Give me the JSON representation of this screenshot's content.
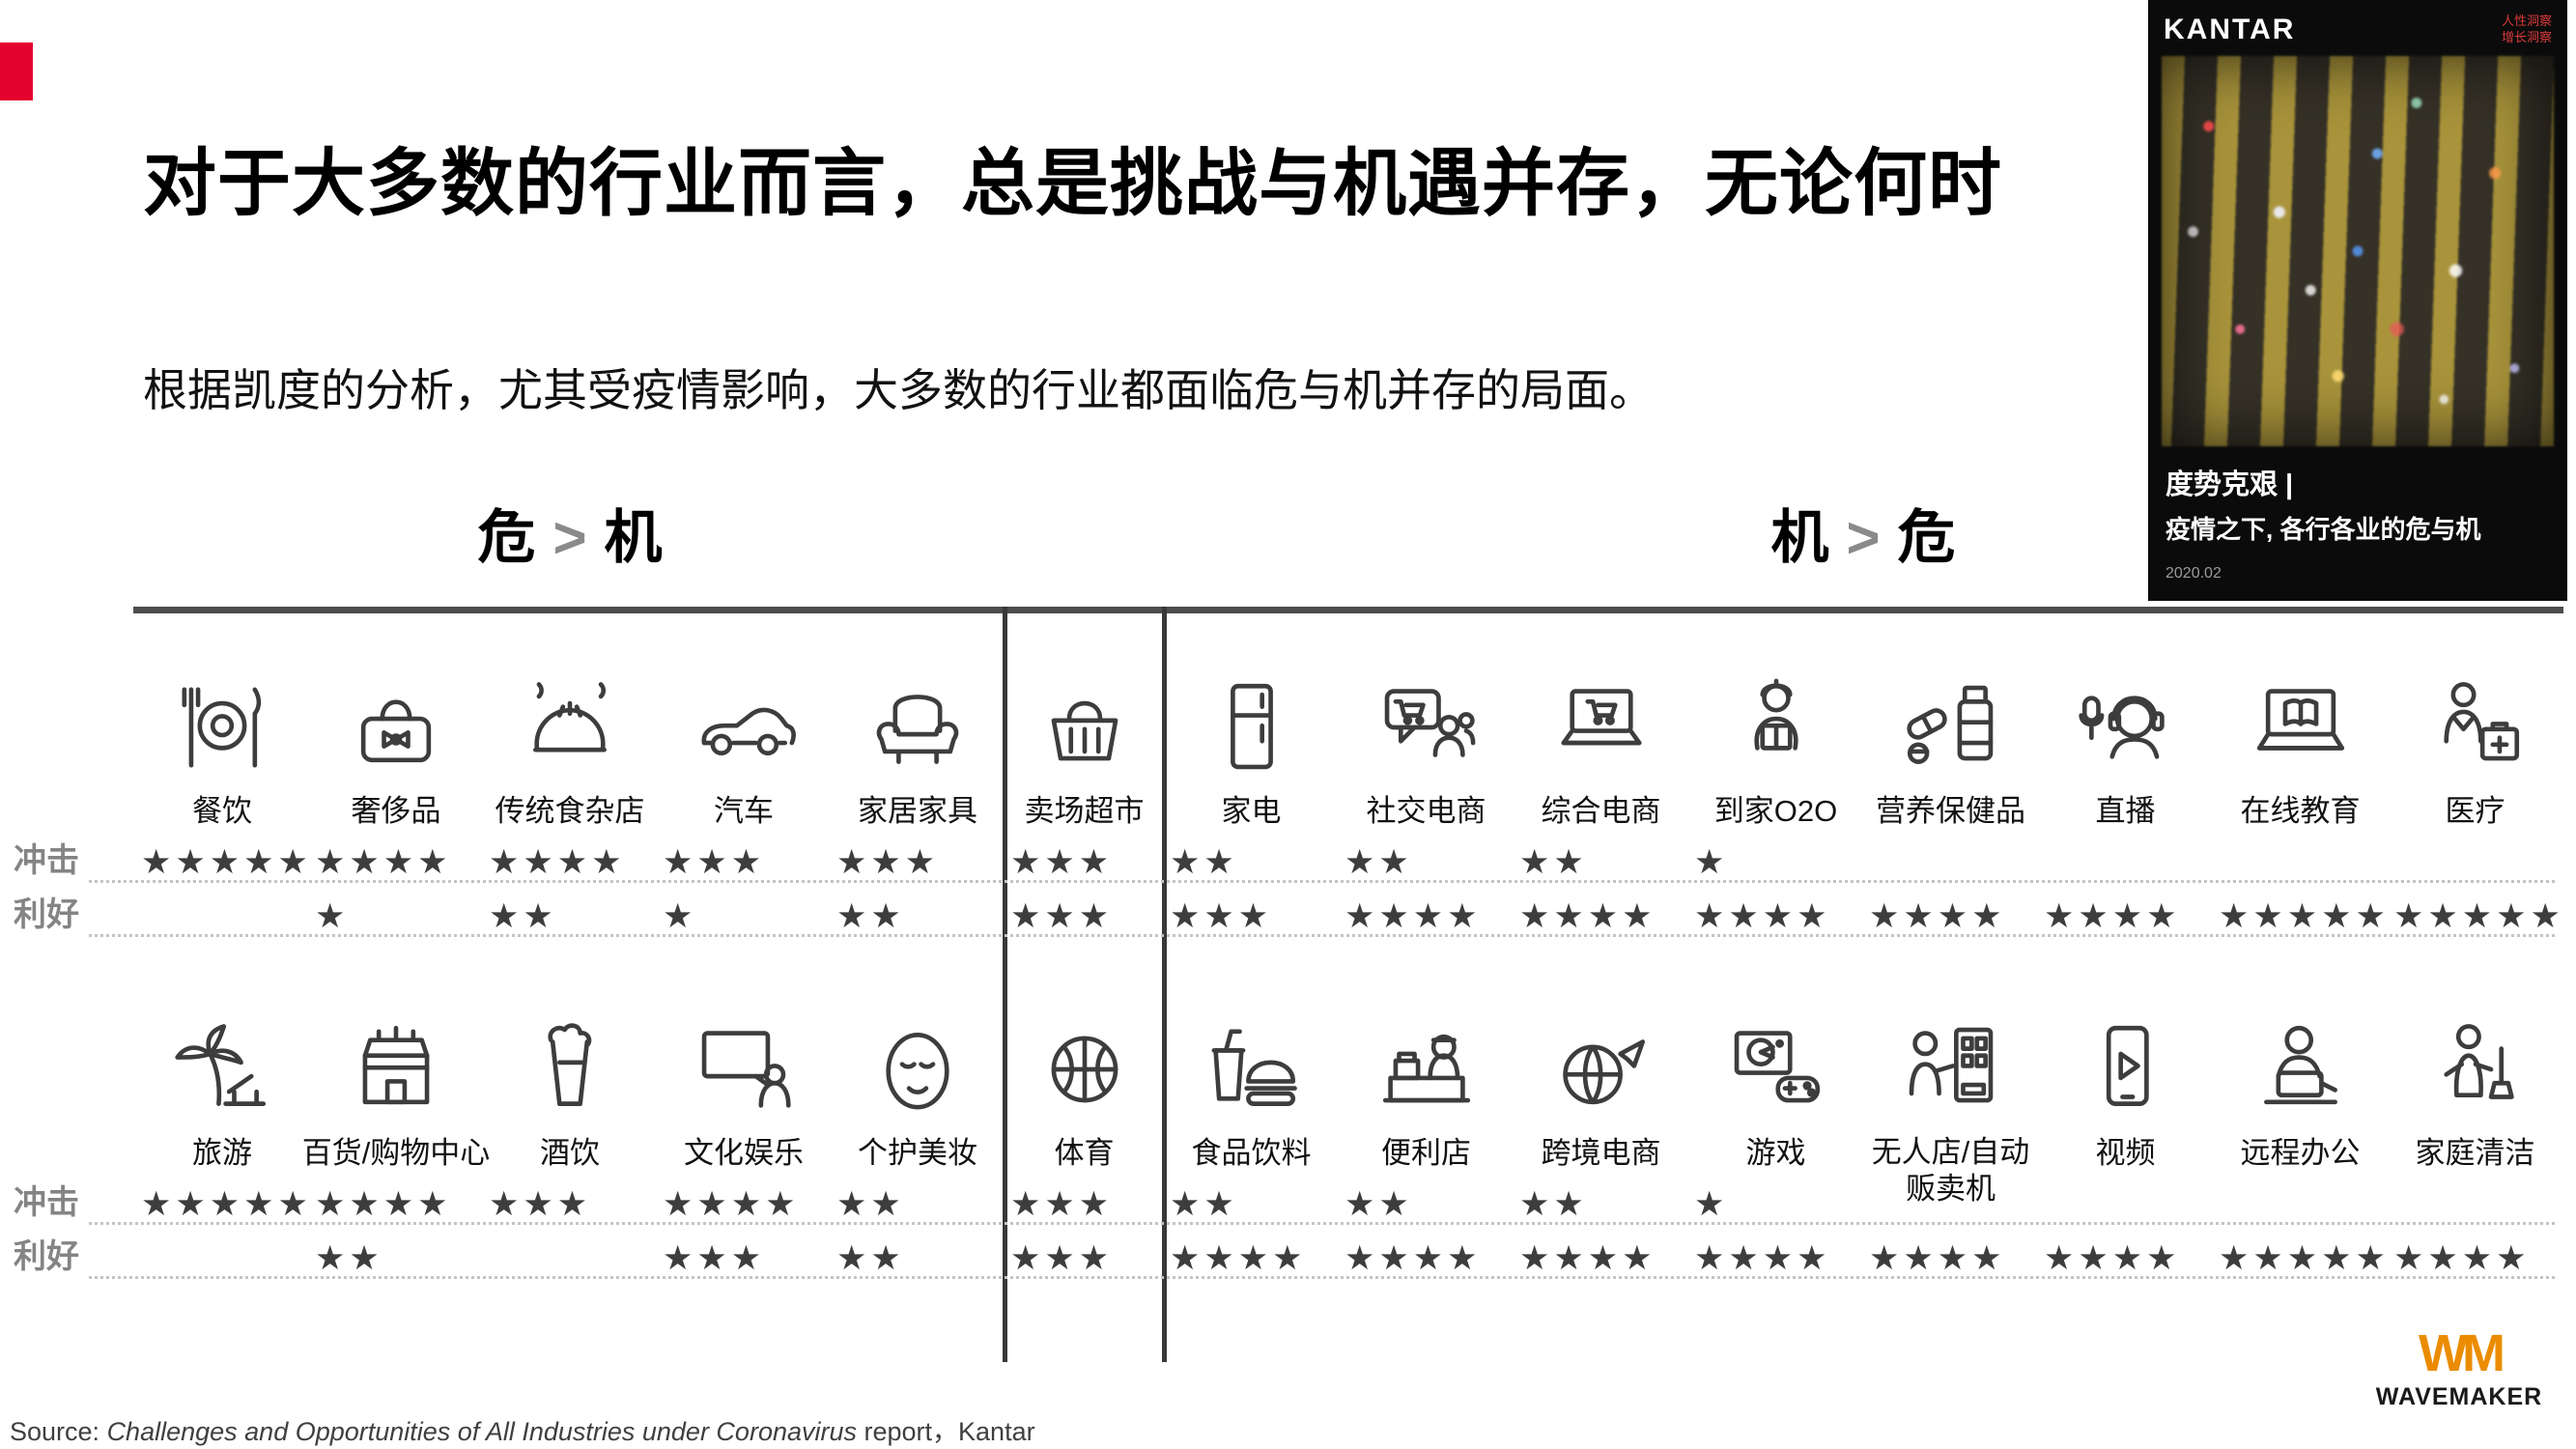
{
  "title": "对于大多数的行业而言，总是挑战与机遇并存，无论何时",
  "subtitle": "根据凯度的分析，尤其受疫情影响，大多数的行业都面临危与机并存的局面。",
  "zones": {
    "left": {
      "a": "危",
      "sep": ">",
      "b": "机"
    },
    "right": {
      "a": "机",
      "sep": ">",
      "b": "危"
    }
  },
  "row_labels": {
    "impact": "冲击",
    "benefit": "利好"
  },
  "max_stars": 5,
  "sections": [
    {
      "crisis": [
        {
          "label": "餐饮",
          "icon": "dining-icon",
          "impact": 5,
          "benefit": 0
        },
        {
          "label": "奢侈品",
          "icon": "luxury-bag-icon",
          "impact": 4,
          "benefit": 1
        },
        {
          "label": "传统食杂店",
          "icon": "steamed-bun-icon",
          "impact": 4,
          "benefit": 2
        },
        {
          "label": "汽车",
          "icon": "car-icon",
          "impact": 3,
          "benefit": 1
        },
        {
          "label": "家居家具",
          "icon": "armchair-icon",
          "impact": 3,
          "benefit": 2
        }
      ],
      "middle": {
        "label": "卖场超市",
        "icon": "basket-icon",
        "impact": 3,
        "benefit": 3
      },
      "opportunity": [
        {
          "label": "家电",
          "icon": "fridge-icon",
          "impact": 2,
          "benefit": 3
        },
        {
          "label": "社交电商",
          "icon": "social-ecommerce-icon",
          "impact": 2,
          "benefit": 4
        },
        {
          "label": "综合电商",
          "icon": "ecommerce-laptop-icon",
          "impact": 2,
          "benefit": 4
        },
        {
          "label": "到家O2O",
          "icon": "delivery-o2o-icon",
          "impact": 1,
          "benefit": 4
        },
        {
          "label": "营养保健品",
          "icon": "supplements-icon",
          "impact": 0,
          "benefit": 4
        },
        {
          "label": "直播",
          "icon": "live-stream-icon",
          "impact": 0,
          "benefit": 4
        },
        {
          "label": "在线教育",
          "icon": "online-education-icon",
          "impact": 0,
          "benefit": 5
        },
        {
          "label": "医疗",
          "icon": "medical-icon",
          "impact": 0,
          "benefit": 5
        }
      ]
    },
    {
      "crisis": [
        {
          "label": "旅游",
          "icon": "travel-icon",
          "impact": 5,
          "benefit": 0
        },
        {
          "label": "百货/购物中心",
          "icon": "department-store-icon",
          "impact": 4,
          "benefit": 2
        },
        {
          "label": "酒饮",
          "icon": "beer-icon",
          "impact": 3,
          "benefit": 0
        },
        {
          "label": "文化娱乐",
          "icon": "entertainment-icon",
          "impact": 4,
          "benefit": 3
        },
        {
          "label": "个护美妆",
          "icon": "face-mask-icon",
          "impact": 2,
          "benefit": 2
        }
      ],
      "middle": {
        "label": "体育",
        "icon": "basketball-icon",
        "impact": 3,
        "benefit": 3
      },
      "opportunity": [
        {
          "label": "食品饮料",
          "icon": "food-beverage-icon",
          "impact": 2,
          "benefit": 4
        },
        {
          "label": "便利店",
          "icon": "convenience-store-icon",
          "impact": 2,
          "benefit": 4
        },
        {
          "label": "跨境电商",
          "icon": "cross-border-icon",
          "impact": 2,
          "benefit": 4
        },
        {
          "label": "游戏",
          "icon": "gaming-icon",
          "impact": 1,
          "benefit": 4
        },
        {
          "label": "无人店/自动贩卖机",
          "icon": "vending-icon",
          "impact": 0,
          "benefit": 4
        },
        {
          "label": "视频",
          "icon": "video-icon",
          "impact": 0,
          "benefit": 4
        },
        {
          "label": "远程办公",
          "icon": "remote-work-icon",
          "impact": 0,
          "benefit": 5
        },
        {
          "label": "家庭清洁",
          "icon": "home-cleaning-icon",
          "impact": 0,
          "benefit": 4
        }
      ]
    }
  ],
  "cover": {
    "brand": "KANTAR",
    "corner_line1": "人性洞察",
    "corner_line2": "增长洞察",
    "title_line1": "度势克艰 |",
    "title_line2": "疫情之下, 各行各业的危与机",
    "date": "2020.02"
  },
  "source": {
    "prefix": "Source: ",
    "italic": "Challenges and Opportunities of All Industries under Coronavirus",
    "suffix": " report，Kantar"
  },
  "logo": {
    "mark": "WM",
    "name": "WAVEMAKER"
  },
  "colors": {
    "accent_red": "#E4032E",
    "star_gray": "#3D3D3D",
    "rule_gray": "#4D4D4D",
    "wavemaker_orange": "#EB8C00"
  }
}
